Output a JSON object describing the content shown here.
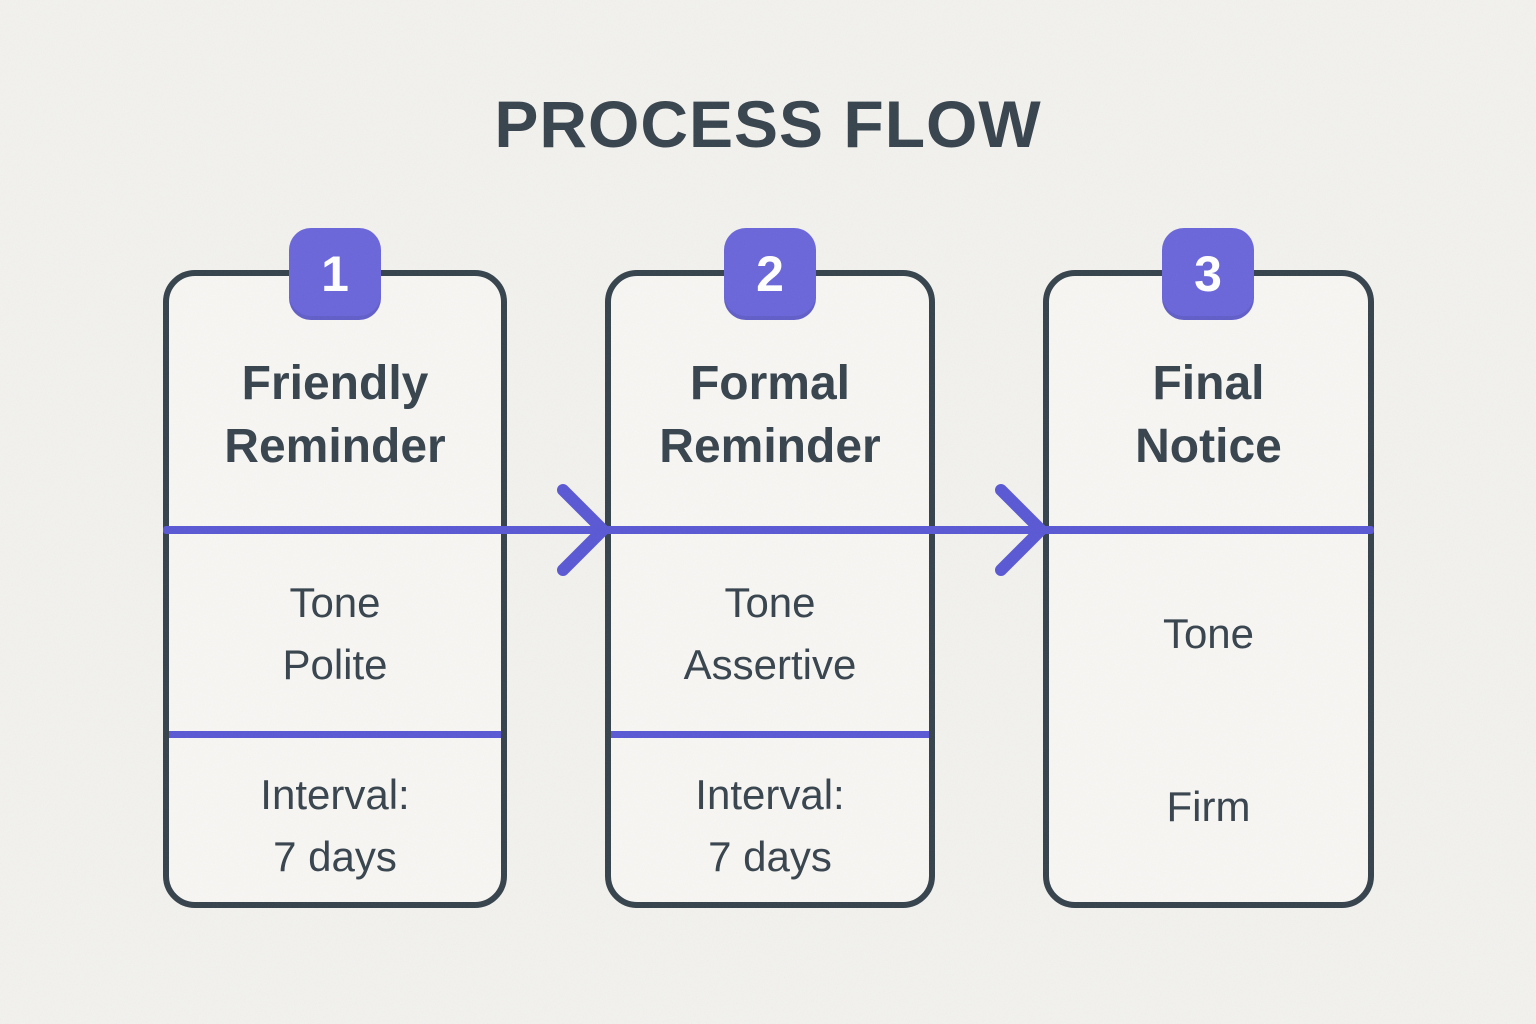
{
  "title": "PROCESS FLOW",
  "colors": {
    "background": "#f2f1ee",
    "card_background": "#f7f6f3",
    "card_border": "#35424c",
    "accent": "#5a58d4",
    "badge_background": "#6a66da",
    "badge_text": "#ffffff",
    "text": "#37434d"
  },
  "steps": [
    {
      "number": "1",
      "title_line1": "Friendly",
      "title_line2": "Reminder",
      "tone_label": "Tone",
      "tone_value": "Polite",
      "interval_label": "Interval:",
      "interval_value": "7 days"
    },
    {
      "number": "2",
      "title_line1": "Formal",
      "title_line2": "Reminder",
      "tone_label": "Tone",
      "tone_value": "Assertive",
      "interval_label": "Interval:",
      "interval_value": "7 days"
    },
    {
      "number": "3",
      "title_line1": "Final",
      "title_line2": "Notice",
      "tone_label": "Tone",
      "tone_value": "Firm"
    }
  ]
}
